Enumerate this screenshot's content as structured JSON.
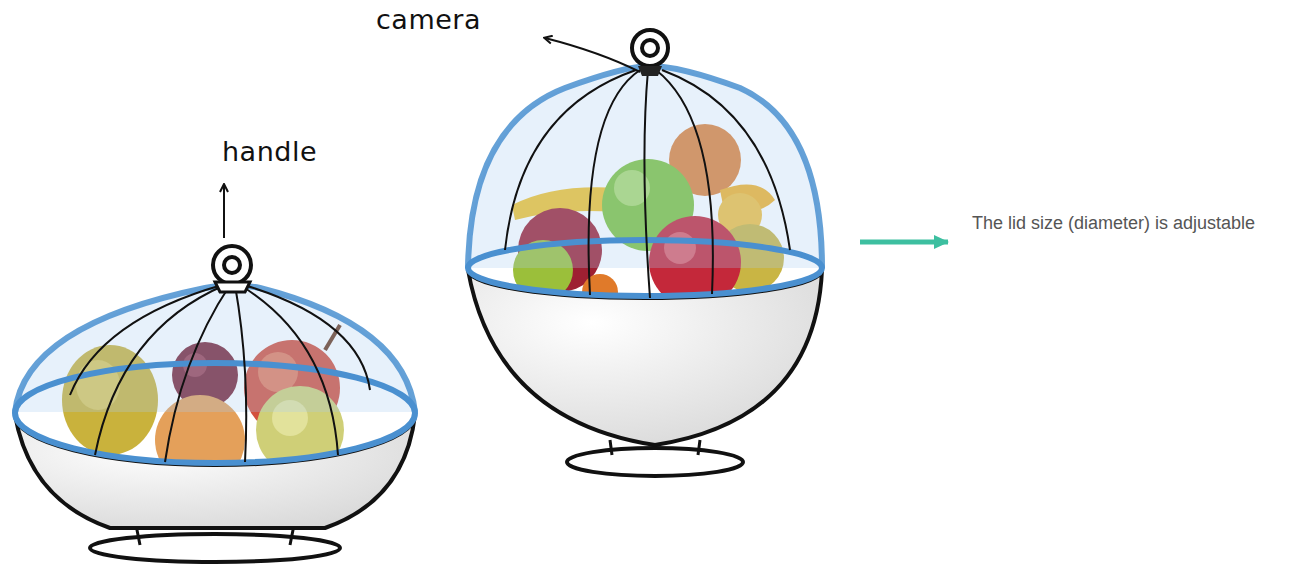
{
  "diagram": {
    "labels": [
      "camera",
      "handle",
      "The lid size (diameter) is adjustable"
    ]
  }
}
